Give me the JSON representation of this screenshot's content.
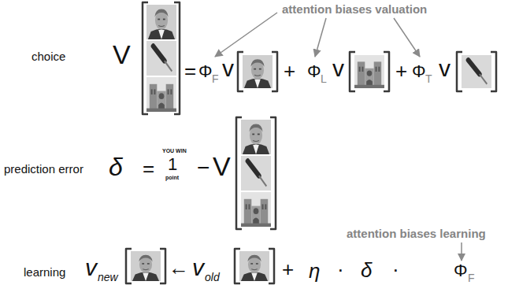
{
  "diagram": {
    "labels": [
      "attention biases valuation",
      "choice",
      "V",
      "=",
      "Φ",
      "F",
      "v",
      "+",
      "Φ",
      "L",
      "v",
      "+",
      "Φ",
      "T",
      "v",
      "prediction error",
      "δ",
      "=",
      "YOU WIN",
      "1",
      "point",
      "−",
      "V",
      "attention biases learning",
      "learning",
      "v",
      "new",
      "←",
      "v",
      "old",
      "+",
      "η",
      "·",
      "δ",
      "·",
      "Φ",
      "F"
    ]
  }
}
